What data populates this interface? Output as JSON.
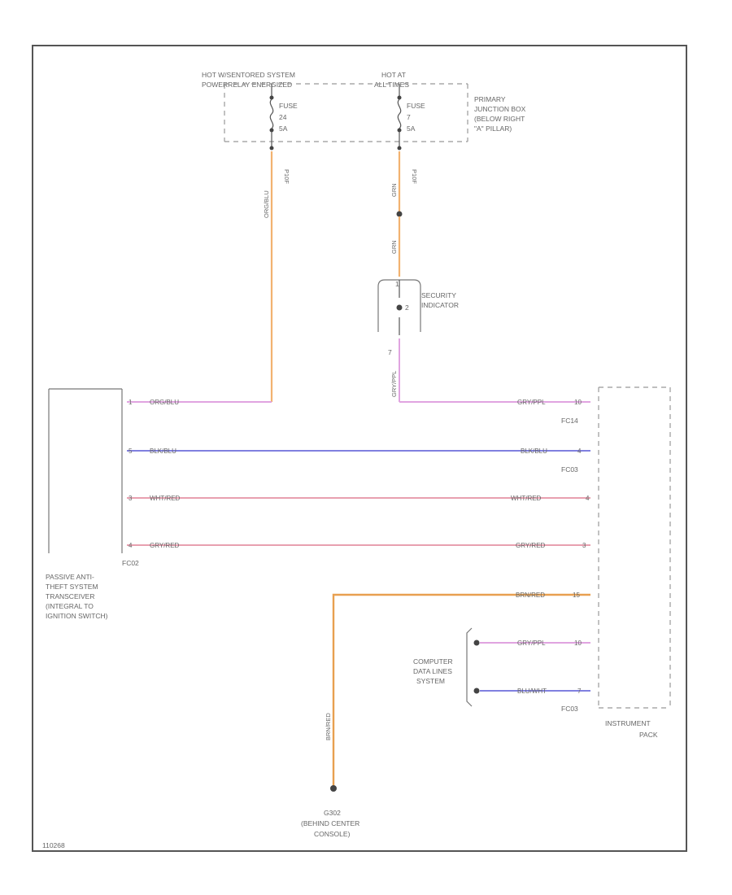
{
  "colors": {
    "frame": "#555555",
    "dash": "#999999",
    "wire_orange": "#f2b270",
    "wire_orange_dark": "#e8a050",
    "wire_violet": "#e0a4e0",
    "wire_blue": "#8080e0",
    "wire_red": "#e8a0b0",
    "wire_text": "#777777",
    "dot": "#444444"
  },
  "power": {
    "left_header": [
      "HOT W/SENTORED SYSTEM",
      "POWERRELAY ENERGIZED"
    ],
    "right_header": [
      "HOT AT",
      "ALL TIMES"
    ],
    "fuse_left": [
      "FUSE",
      "24",
      "5A"
    ],
    "fuse_right": [
      "FUSE",
      "7",
      "5A"
    ],
    "junction_box": [
      "PRIMARY",
      "JUNCTION BOX",
      "(BELOW RIGHT",
      "\"A\" PILLAR)"
    ],
    "connector_left": "P10F",
    "connector_right": "P10F"
  },
  "security_indicator": {
    "label": [
      "SECURITY",
      "INDICATOR"
    ],
    "pin_top": "1",
    "pin_mid": "2",
    "pin_bottom": "7"
  },
  "pats": {
    "label": [
      "PASSIVE ANTI-",
      "THEFT SYSTEM",
      "TRANSCEIVER",
      "(INTEGRAL TO",
      "IGNITION SWITCH)"
    ],
    "connector": "FC02"
  },
  "instrument_pack": {
    "label": [
      "INSTRUMENT",
      "PACK"
    ],
    "connectors": [
      "FC14",
      "FC03",
      "FC03"
    ]
  },
  "computer_data": {
    "label": [
      "COMPUTER",
      "DATA LINES",
      "SYSTEM"
    ]
  },
  "ground": {
    "label": [
      "G302",
      "(BEHIND CENTER",
      "CONSOLE)"
    ]
  },
  "wires": [
    {
      "left": "ORG/BLU",
      "right": "GRY/PPL",
      "pin_left": "1",
      "pin_right": "10"
    },
    {
      "left": "BLK/BLU",
      "right": "BLK/BLU",
      "pin_left": "5",
      "pin_right": "4"
    },
    {
      "left": "WHT/RED",
      "right": "WHT/RED",
      "pin_left": "3",
      "pin_right": "4"
    },
    {
      "left": "GRY/RED",
      "right": "GRY/RED",
      "pin_left": "4",
      "pin_right": "3"
    }
  ],
  "ground_wire": {
    "label": "BRN/RED",
    "pin_right": "15",
    "vertical_label": "BRN/RED"
  },
  "data_wires": [
    {
      "label": "GRY/PPL",
      "pin": "10"
    },
    {
      "label": "BLU/WHT",
      "pin": "7"
    }
  ],
  "vertical_wires": {
    "left": "ORG/BLU",
    "right_top": "GRN",
    "right_mid": "GRN",
    "right_bottom": "GRY/PPL"
  },
  "figure_id": "110268"
}
